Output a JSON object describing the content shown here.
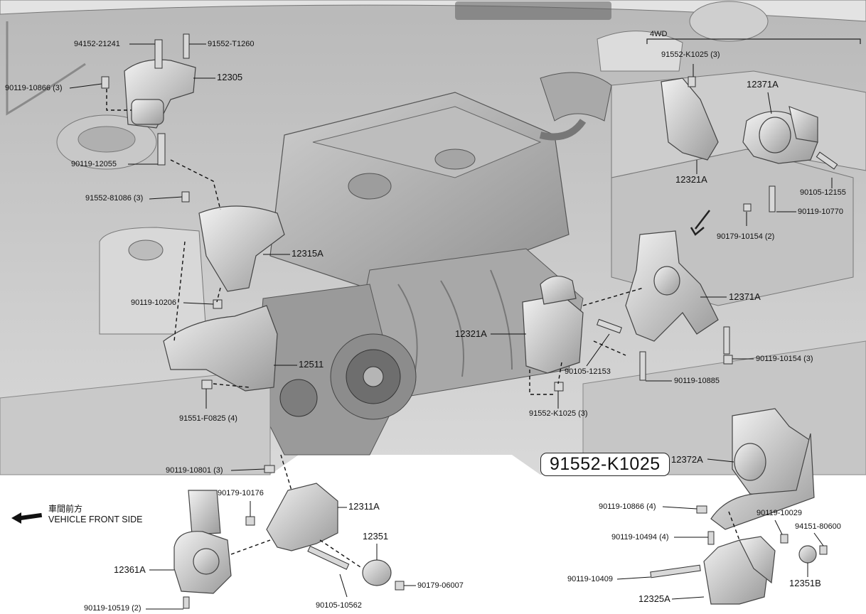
{
  "callout": "91552-K1025",
  "region_label": "4WD",
  "direction": {
    "line1": "車間前方",
    "line2": "VEHICLE FRONT SIDE"
  },
  "parts": [
    {
      "id": "p1",
      "text": "94152-21241"
    },
    {
      "id": "p2",
      "text": "91552-T1260"
    },
    {
      "id": "p3",
      "text": "90119-10866 (3)"
    },
    {
      "id": "p4",
      "text": "12305"
    },
    {
      "id": "p5",
      "text": "90119-12055"
    },
    {
      "id": "p6",
      "text": "91552-81086 (3)"
    },
    {
      "id": "p7",
      "text": "12315A"
    },
    {
      "id": "p8",
      "text": "90119-10206"
    },
    {
      "id": "p9",
      "text": "12511"
    },
    {
      "id": "p10",
      "text": "91551-F0825 (4)"
    },
    {
      "id": "p11",
      "text": "12321A"
    },
    {
      "id": "p12",
      "text": "91552-K1025 (3)"
    },
    {
      "id": "p13",
      "text": "90105-12153"
    },
    {
      "id": "p14",
      "text": "12371A"
    },
    {
      "id": "p15",
      "text": "90119-10154 (3)"
    },
    {
      "id": "p16",
      "text": "90119-10885"
    },
    {
      "id": "p17",
      "text": "91552-K1025 (3)"
    },
    {
      "id": "p18",
      "text": "12371A"
    },
    {
      "id": "p19",
      "text": "12321A"
    },
    {
      "id": "p20",
      "text": "90105-12155"
    },
    {
      "id": "p21",
      "text": "90119-10770"
    },
    {
      "id": "p22",
      "text": "90179-10154 (2)"
    },
    {
      "id": "p23",
      "text": "12372A"
    },
    {
      "id": "p24",
      "text": "90119-10801 (3)"
    },
    {
      "id": "p25",
      "text": "90179-10176"
    },
    {
      "id": "p26",
      "text": "12311A"
    },
    {
      "id": "p27",
      "text": "12351"
    },
    {
      "id": "p28",
      "text": "12361A"
    },
    {
      "id": "p29",
      "text": "90179-06007"
    },
    {
      "id": "p30",
      "text": "90105-10562"
    },
    {
      "id": "p31",
      "text": "90119-10519 (2)"
    },
    {
      "id": "p32",
      "text": "90119-10866 (4)"
    },
    {
      "id": "p33",
      "text": "90119-10029"
    },
    {
      "id": "p34",
      "text": "94151-80600"
    },
    {
      "id": "p35",
      "text": "90119-10494 (4)"
    },
    {
      "id": "p36",
      "text": "90119-10409"
    },
    {
      "id": "p37",
      "text": "12325A"
    },
    {
      "id": "p38",
      "text": "12351B"
    }
  ]
}
